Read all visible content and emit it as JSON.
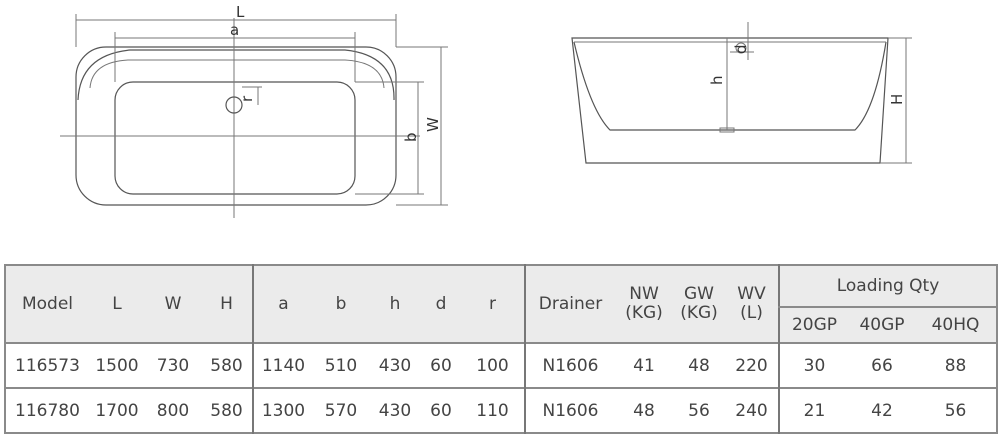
{
  "diagram_labels": {
    "L": "L",
    "a": "a",
    "r": "r",
    "b": "b",
    "W": "W",
    "d": "d",
    "h": "h",
    "H": "H"
  },
  "table": {
    "headers": {
      "model": "Model",
      "L": "L",
      "W": "W",
      "H": "H",
      "a": "a",
      "b": "b",
      "h": "h",
      "d": "d",
      "r": "r",
      "drainer": "Drainer",
      "nw_1": "NW",
      "nw_2": "(KG)",
      "gw_1": "GW",
      "gw_2": "(KG)",
      "wv_1": "WV",
      "wv_2": "(L)",
      "loading": "Loading Qty",
      "gp20": "20GP",
      "gp40": "40GP",
      "hq40": "40HQ"
    },
    "rows": [
      {
        "model": "116573",
        "L": "1500",
        "W": "730",
        "H": "580",
        "a": "1140",
        "b": "510",
        "h": "430",
        "d": "60",
        "r": "100",
        "drainer": "N1606",
        "nw": "41",
        "gw": "48",
        "wv": "220",
        "gp20": "30",
        "gp40": "66",
        "hq40": "88"
      },
      {
        "model": "116780",
        "L": "1700",
        "W": "800",
        "H": "580",
        "a": "1300",
        "b": "570",
        "h": "430",
        "d": "60",
        "r": "110",
        "drainer": "N1606",
        "nw": "48",
        "gw": "56",
        "wv": "240",
        "gp20": "21",
        "gp40": "42",
        "hq40": "56"
      }
    ]
  }
}
